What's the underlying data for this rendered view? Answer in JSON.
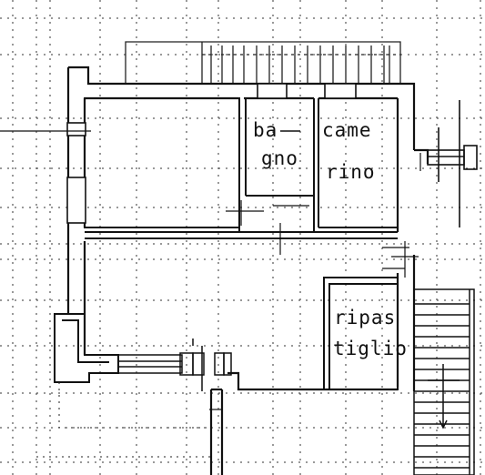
{
  "colors": {
    "background": "#ffffff",
    "wall": "#111111",
    "grid": "#333333"
  },
  "rooms": {
    "bagno": {
      "line1": "ba",
      "line2": "gno"
    },
    "camerino": {
      "line1": "came",
      "line2": "rino"
    },
    "ripostiglio": {
      "line1": "ripas",
      "line2": "tiglio"
    }
  },
  "icons": {
    "stair": "stair-icon",
    "window": "window-icon",
    "door": "door-icon"
  }
}
